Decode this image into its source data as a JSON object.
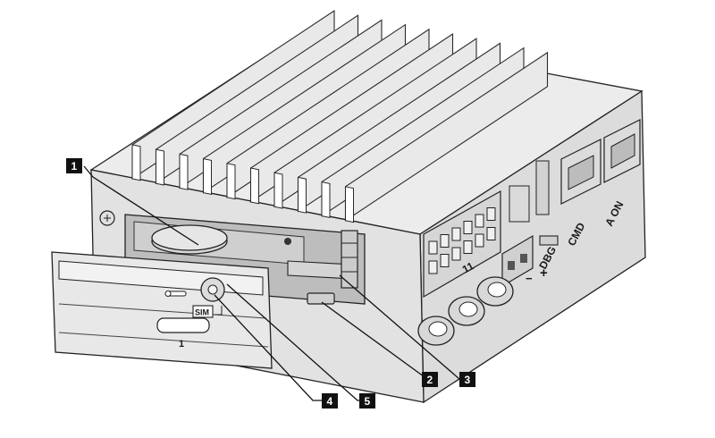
{
  "device_labels": {
    "connector_number": "11",
    "debug_port": "DBG",
    "command_port": "CMD",
    "status_led": "A ON",
    "polarity_minus": "−",
    "polarity_plus": "+",
    "sim_marking": "SIM",
    "door_number": "1"
  },
  "callouts": [
    {
      "number": "1"
    },
    {
      "number": "2"
    },
    {
      "number": "3"
    },
    {
      "number": "4"
    },
    {
      "number": "5"
    }
  ]
}
